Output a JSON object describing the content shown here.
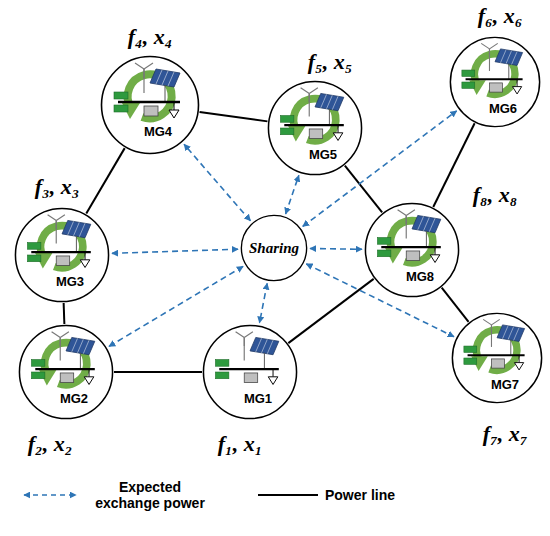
{
  "diagram": {
    "nodes": [
      {
        "text": [
          "f₄, x₄",
          "MG4"
        ]
      },
      {
        "text": [
          "f₆, x₆",
          "MG6"
        ]
      },
      {
        "text": [
          "f₅, x₅",
          "MG5"
        ]
      },
      {
        "text": [
          "f₃, x₃",
          "MG3"
        ]
      },
      {
        "text": [
          "Sharing"
        ]
      },
      {
        "text": [
          "f₈, x₈",
          "MG8"
        ]
      },
      {
        "text": [
          "f₂, x₂",
          "MG2"
        ]
      },
      {
        "text": [
          "f₁, x₁",
          "MG1"
        ]
      },
      {
        "text": [
          "f₇, x₇",
          "MG7"
        ]
      }
    ],
    "edges": [
      {
        "from": 0,
        "to": 3,
        "arrow": "none"
      },
      {
        "from": 0,
        "to": 2,
        "arrow": "none"
      },
      {
        "from": 3,
        "to": 6,
        "arrow": "none"
      },
      {
        "from": 6,
        "to": 7,
        "arrow": "none"
      },
      {
        "from": 7,
        "to": 5,
        "arrow": "none"
      },
      {
        "from": 2,
        "to": 5,
        "arrow": "none"
      },
      {
        "from": 5,
        "to": 1,
        "arrow": "none"
      },
      {
        "from": 5,
        "to": 8,
        "arrow": "none"
      },
      {
        "from": 4,
        "to": 0,
        "arrow": "both"
      },
      {
        "from": 4,
        "to": 2,
        "arrow": "both"
      },
      {
        "from": 4,
        "to": 1,
        "arrow": "both"
      },
      {
        "from": 4,
        "to": 3,
        "arrow": "both"
      },
      {
        "from": 4,
        "to": 5,
        "arrow": "both"
      },
      {
        "from": 4,
        "to": 6,
        "arrow": "both"
      },
      {
        "from": 4,
        "to": 7,
        "arrow": "both"
      },
      {
        "from": 4,
        "to": 8,
        "arrow": "both"
      }
    ],
    "legend": [
      {
        "text": "Expected exchange power"
      },
      {
        "text": "Power line"
      }
    ]
  }
}
